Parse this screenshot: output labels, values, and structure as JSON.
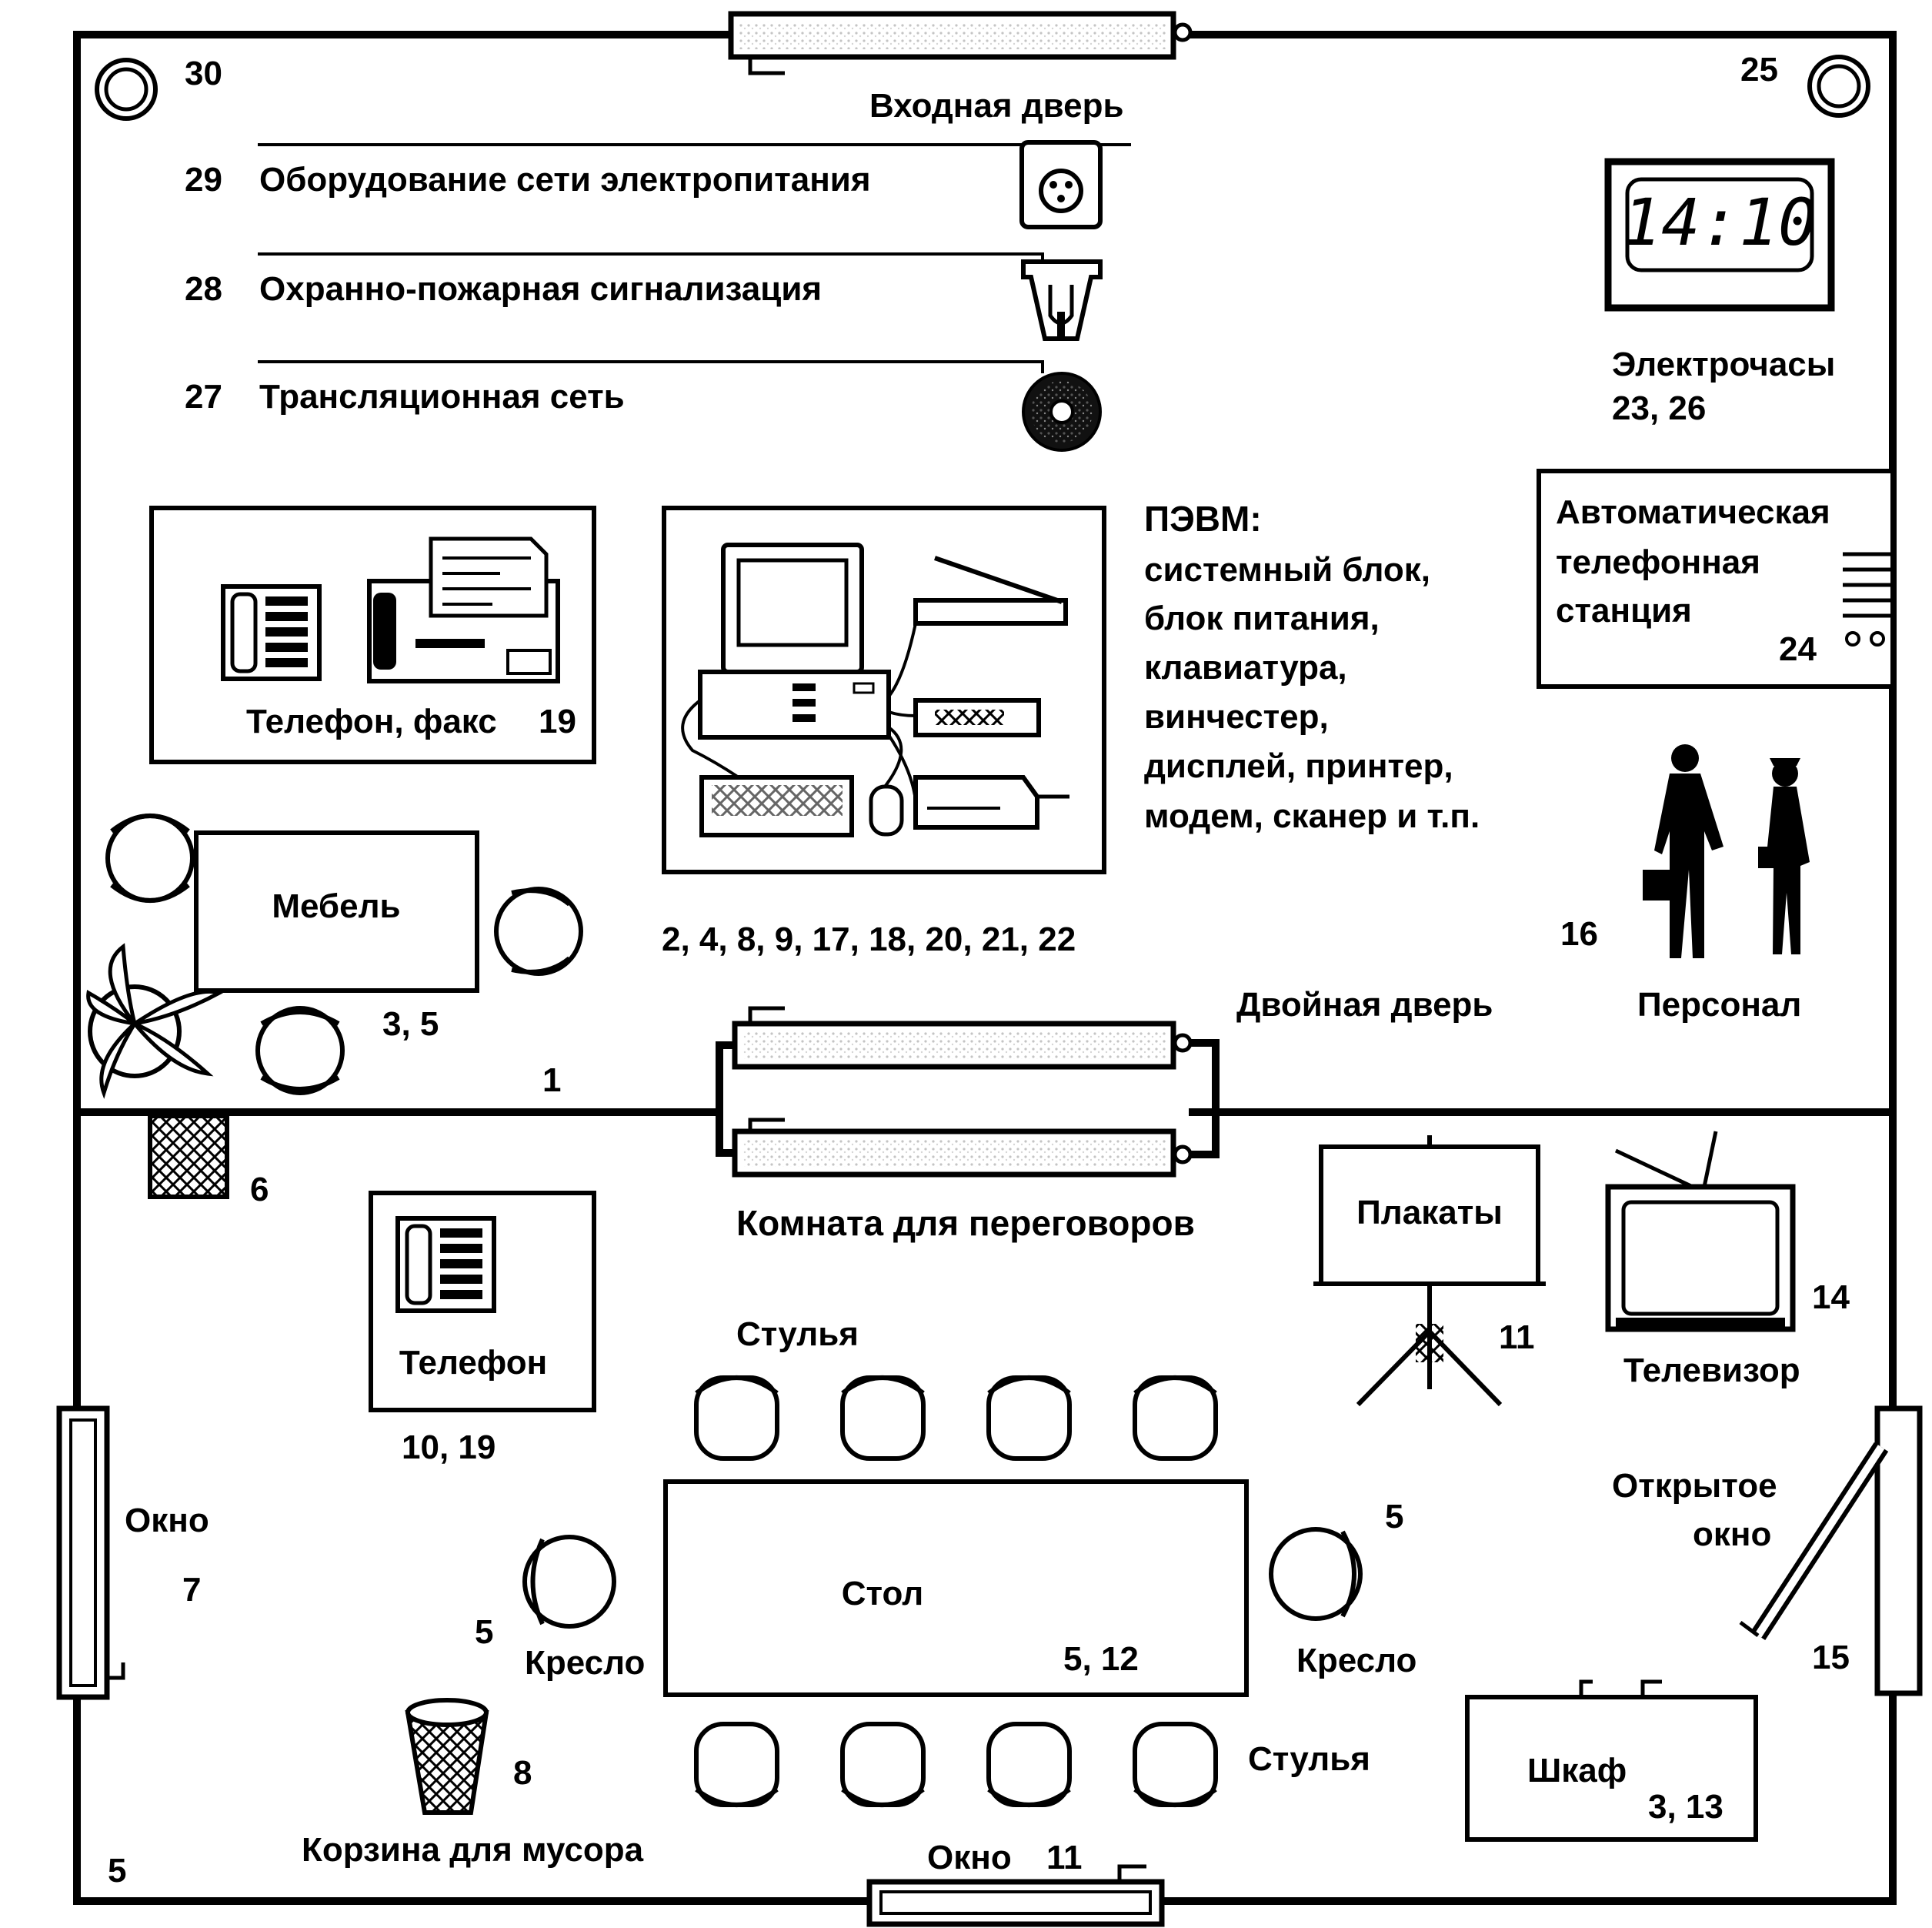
{
  "labels": {
    "entrance_door": "Входная дверь",
    "power_equipment": "Оборудование сети электропитания",
    "fire_alarm": "Охранно-пожарная сигнализация",
    "broadcast": "Трансляционная сеть",
    "clock_label": "Электрочасы",
    "clock_nums": "23, 26",
    "ats_line1": "Автоматическая",
    "ats_line2": "телефонная",
    "ats_line3": "станция",
    "ats_num": "24",
    "phone_fax": "Телефон, факс",
    "phone_fax_num": "19",
    "pc_title": "ПЭВМ:",
    "pc_line1": "системный блок,",
    "pc_line2": "блок питания,",
    "pc_line3": "клавиатура,",
    "pc_line4": "винчестер,",
    "pc_line5": "дисплей, принтер,",
    "pc_line6": "модем, сканер и т.п.",
    "pc_nums": "2, 4, 8, 9, 17, 18, 20, 21, 22",
    "furniture": "Мебель",
    "furniture_num": "3, 5",
    "personnel": "Персонал",
    "personnel_num": "16",
    "double_door": "Двойная дверь",
    "room1_num": "1",
    "meeting_room": "Комната для переговоров",
    "posters": "Плакаты",
    "posters_num": "11",
    "tv": "Телевизор",
    "tv_num": "14",
    "phone": "Телефон",
    "phone_nums": "10, 19",
    "chairs_top": "Стулья",
    "chairs_bottom": "Стулья",
    "window_left": "Окно",
    "window_left_num": "7",
    "open_window_line1": "Открытое",
    "open_window_line2": "окно",
    "open_window_num": "15",
    "table": "Стол",
    "table_num": "5, 12",
    "armchair_left": "Кресло",
    "armchair_left_num": "5",
    "armchair_right": "Кресло",
    "armchair_right_num": "5",
    "bin": "Корзина для мусора",
    "bin_num": "8",
    "cabinet": "Шкаф",
    "cabinet_num": "3, 13",
    "window_bottom": "Окно",
    "window_bottom_num": "11",
    "corner_tl_num": "30",
    "corner_tr_num": "25",
    "corner_bl_num": "5",
    "vent_num": "6",
    "clock_time": "14:10",
    "num_29": "29",
    "num_28": "28",
    "num_27": "27"
  }
}
